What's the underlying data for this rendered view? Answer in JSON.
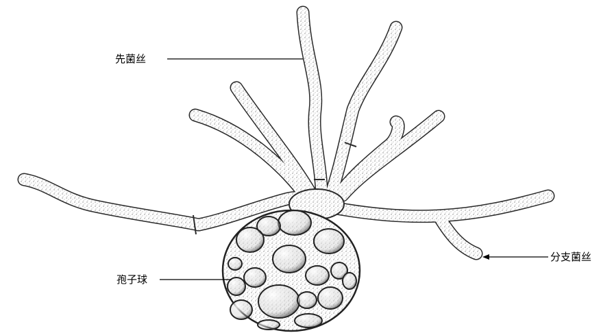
{
  "labels": {
    "protohypha": "先菌丝",
    "sporidiole": "孢子球",
    "branch_hypha": "分支菌丝"
  }
}
